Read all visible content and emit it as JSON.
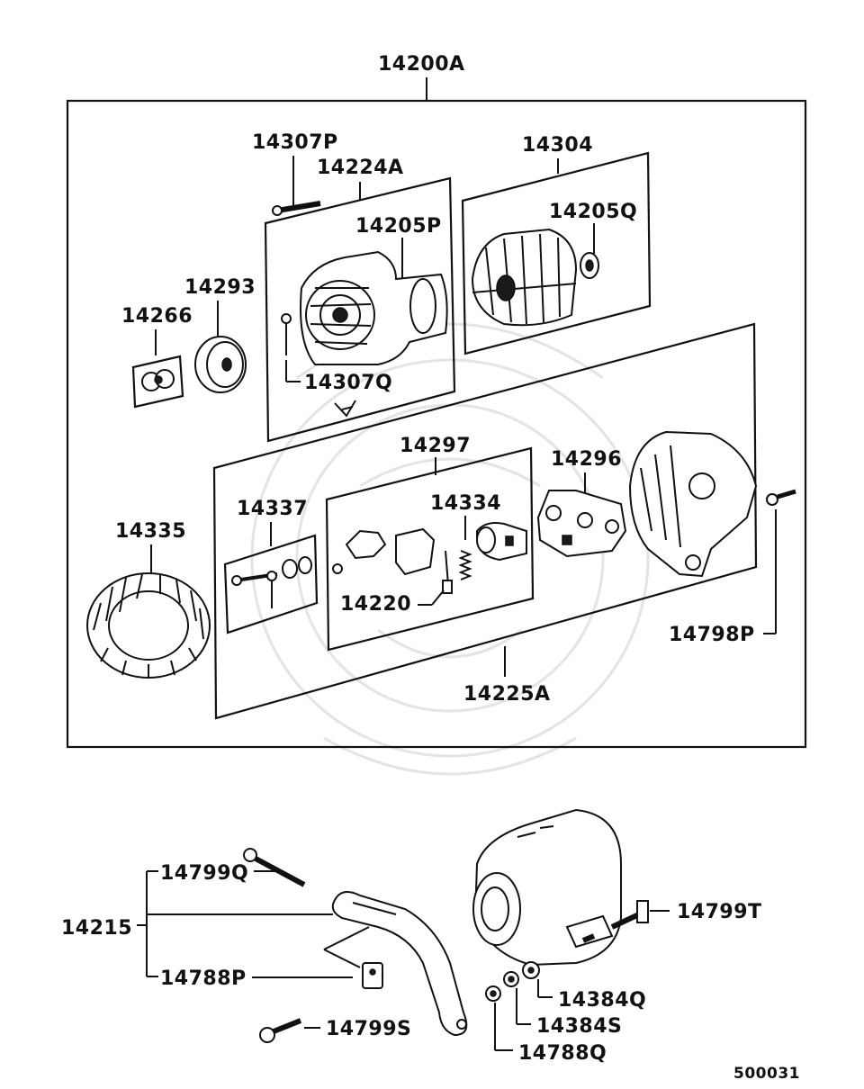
{
  "assembly_label": "14200A",
  "labels": {
    "p14307P": "14307P",
    "p14224A": "14224A",
    "p14205P": "14205P",
    "p14304": "14304",
    "p14205Q": "14205Q",
    "p14293": "14293",
    "p14266": "14266",
    "p14307Q": "14307Q",
    "p14297": "14297",
    "p14296": "14296",
    "p14334": "14334",
    "p14337": "14337",
    "p14335": "14335",
    "p14220": "14220",
    "p14798P": "14798P",
    "p14225A": "14225A",
    "p14799Q": "14799Q",
    "p14215": "14215",
    "p14788P": "14788P",
    "p14799S": "14799S",
    "p14799T": "14799T",
    "p14384Q": "14384Q",
    "p14384S": "14384S",
    "p14788Q": "14788Q"
  },
  "diagram_number": "500031",
  "colors": {
    "ink": "#111111",
    "background": "#ffffff",
    "watermark": "#e4e4e4"
  }
}
